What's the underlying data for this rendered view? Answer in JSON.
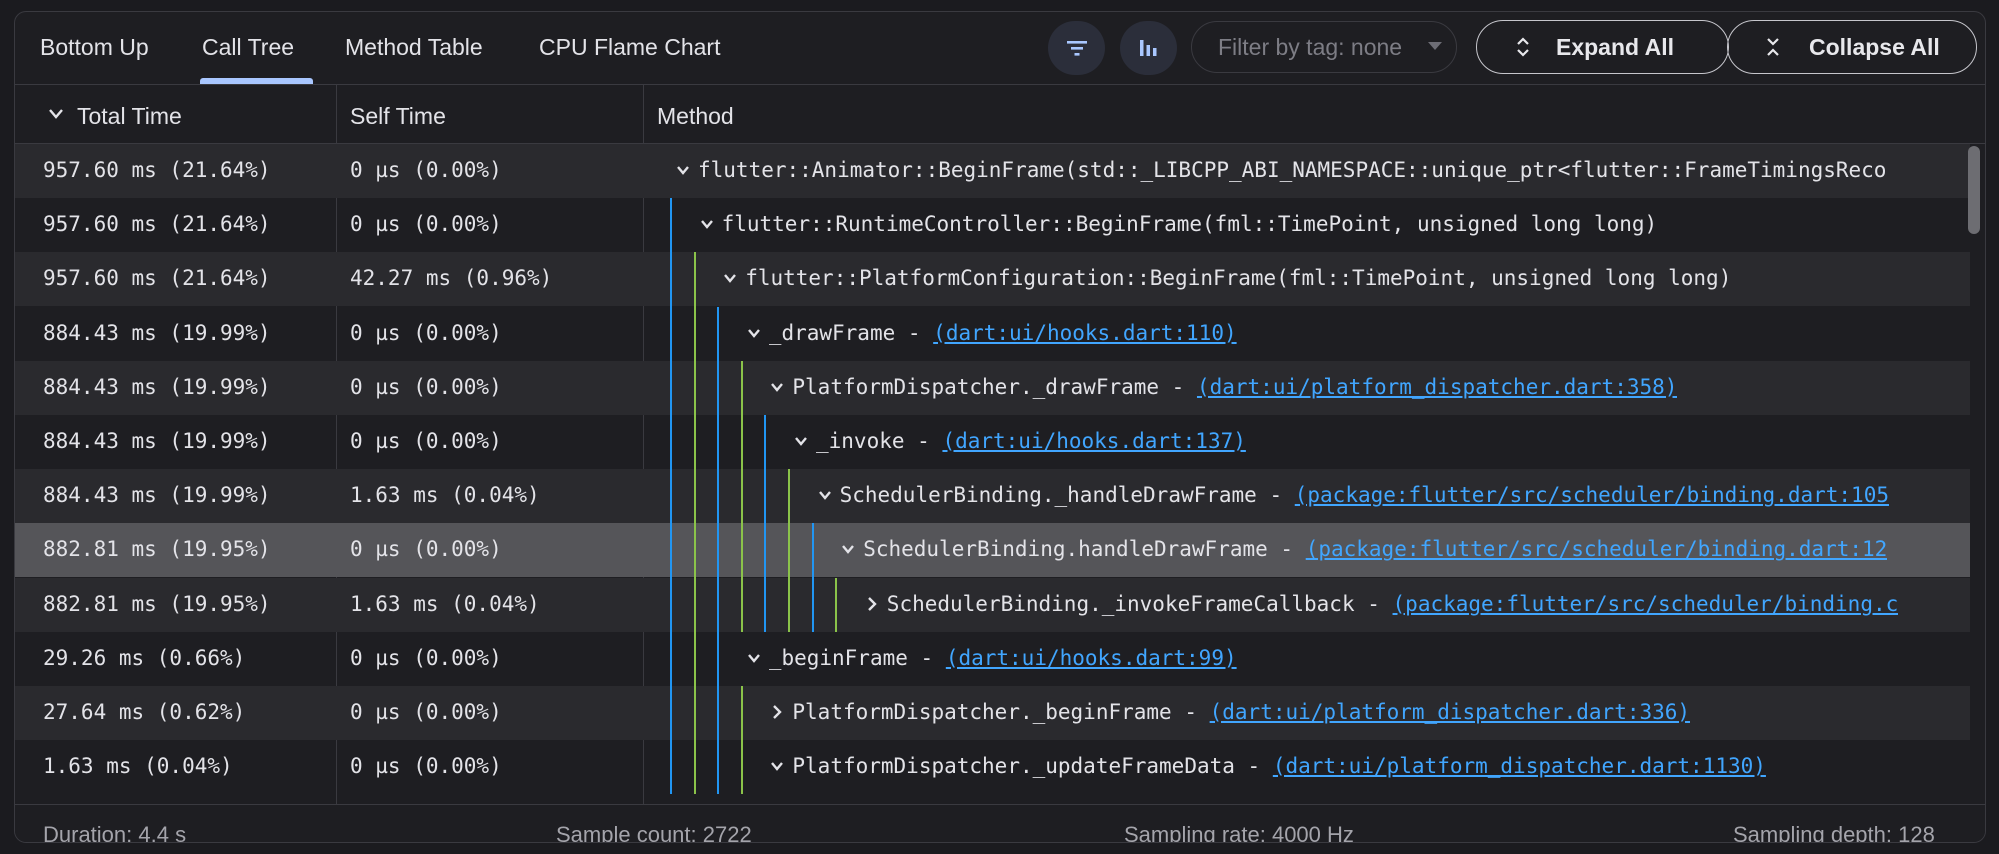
{
  "tabs": [
    "Bottom Up",
    "Call Tree",
    "Method Table",
    "CPU Flame Chart"
  ],
  "active_tab": "Call Tree",
  "toolbar": {
    "filter_tag_label": "Filter by tag: none",
    "expand_all_label": "Expand All",
    "collapse_all_label": "Collapse All"
  },
  "columns": {
    "total_time": "Total Time",
    "self_time": "Self Time",
    "method": "Method"
  },
  "rows": [
    {
      "total": "957.60 ms (21.64%)",
      "self": "0 µs (0.00%)",
      "name": "flutter::Animator::BeginFrame(std::_LIBCPP_ABI_NAMESPACE::unique_ptr<flutter::FrameTimingsReco",
      "source": "",
      "expanded": true
    },
    {
      "total": "957.60 ms (21.64%)",
      "self": "0 µs (0.00%)",
      "name": "flutter::RuntimeController::BeginFrame(fml::TimePoint, unsigned long long)",
      "source": "",
      "expanded": true
    },
    {
      "total": "957.60 ms (21.64%)",
      "self": "42.27 ms (0.96%)",
      "name": "flutter::PlatformConfiguration::BeginFrame(fml::TimePoint, unsigned long long)",
      "source": "",
      "expanded": true
    },
    {
      "total": "884.43 ms (19.99%)",
      "self": "0 µs (0.00%)",
      "name": "_drawFrame - ",
      "source": "(dart:ui/hooks.dart:110)",
      "expanded": true
    },
    {
      "total": "884.43 ms (19.99%)",
      "self": "0 µs (0.00%)",
      "name": "PlatformDispatcher._drawFrame - ",
      "source": "(dart:ui/platform_dispatcher.dart:358)",
      "expanded": true
    },
    {
      "total": "884.43 ms (19.99%)",
      "self": "0 µs (0.00%)",
      "name": "_invoke - ",
      "source": "(dart:ui/hooks.dart:137)",
      "expanded": true
    },
    {
      "total": "884.43 ms (19.99%)",
      "self": "1.63 ms (0.04%)",
      "name": "SchedulerBinding._handleDrawFrame - ",
      "source": "(package:flutter/src/scheduler/binding.dart:105",
      "expanded": true
    },
    {
      "total": "882.81 ms (19.95%)",
      "self": "0 µs (0.00%)",
      "name": "SchedulerBinding.handleDrawFrame - ",
      "source": "(package:flutter/src/scheduler/binding.dart:12",
      "expanded": true
    },
    {
      "total": "882.81 ms (19.95%)",
      "self": "1.63 ms (0.04%)",
      "name": "SchedulerBinding._invokeFrameCallback - ",
      "source": "(package:flutter/src/scheduler/binding.c",
      "expanded": false
    },
    {
      "total": "29.26 ms (0.66%)",
      "self": "0 µs (0.00%)",
      "name": "_beginFrame - ",
      "source": "(dart:ui/hooks.dart:99)",
      "expanded": true
    },
    {
      "total": "27.64 ms (0.62%)",
      "self": "0 µs (0.00%)",
      "name": "PlatformDispatcher._beginFrame - ",
      "source": "(dart:ui/platform_dispatcher.dart:336)",
      "expanded": false
    },
    {
      "total": "1.63 ms (0.04%)",
      "self": "0 µs (0.00%)",
      "name": "PlatformDispatcher._updateFrameData - ",
      "source": "(dart:ui/platform_dispatcher.dart:1130)",
      "expanded": true
    }
  ],
  "footer": {
    "duration": "Duration: 4.4 s",
    "sample_count": "Sample count: 2722",
    "sampling_rate": "Sampling rate: 4000 Hz",
    "sampling_depth": "Sampling depth: 128"
  },
  "colors": {
    "guide_blue": "#2196f3",
    "guide_green": "#8bc34a",
    "link": "#41a6ff",
    "tab_indicator": "#a9c7ff"
  }
}
